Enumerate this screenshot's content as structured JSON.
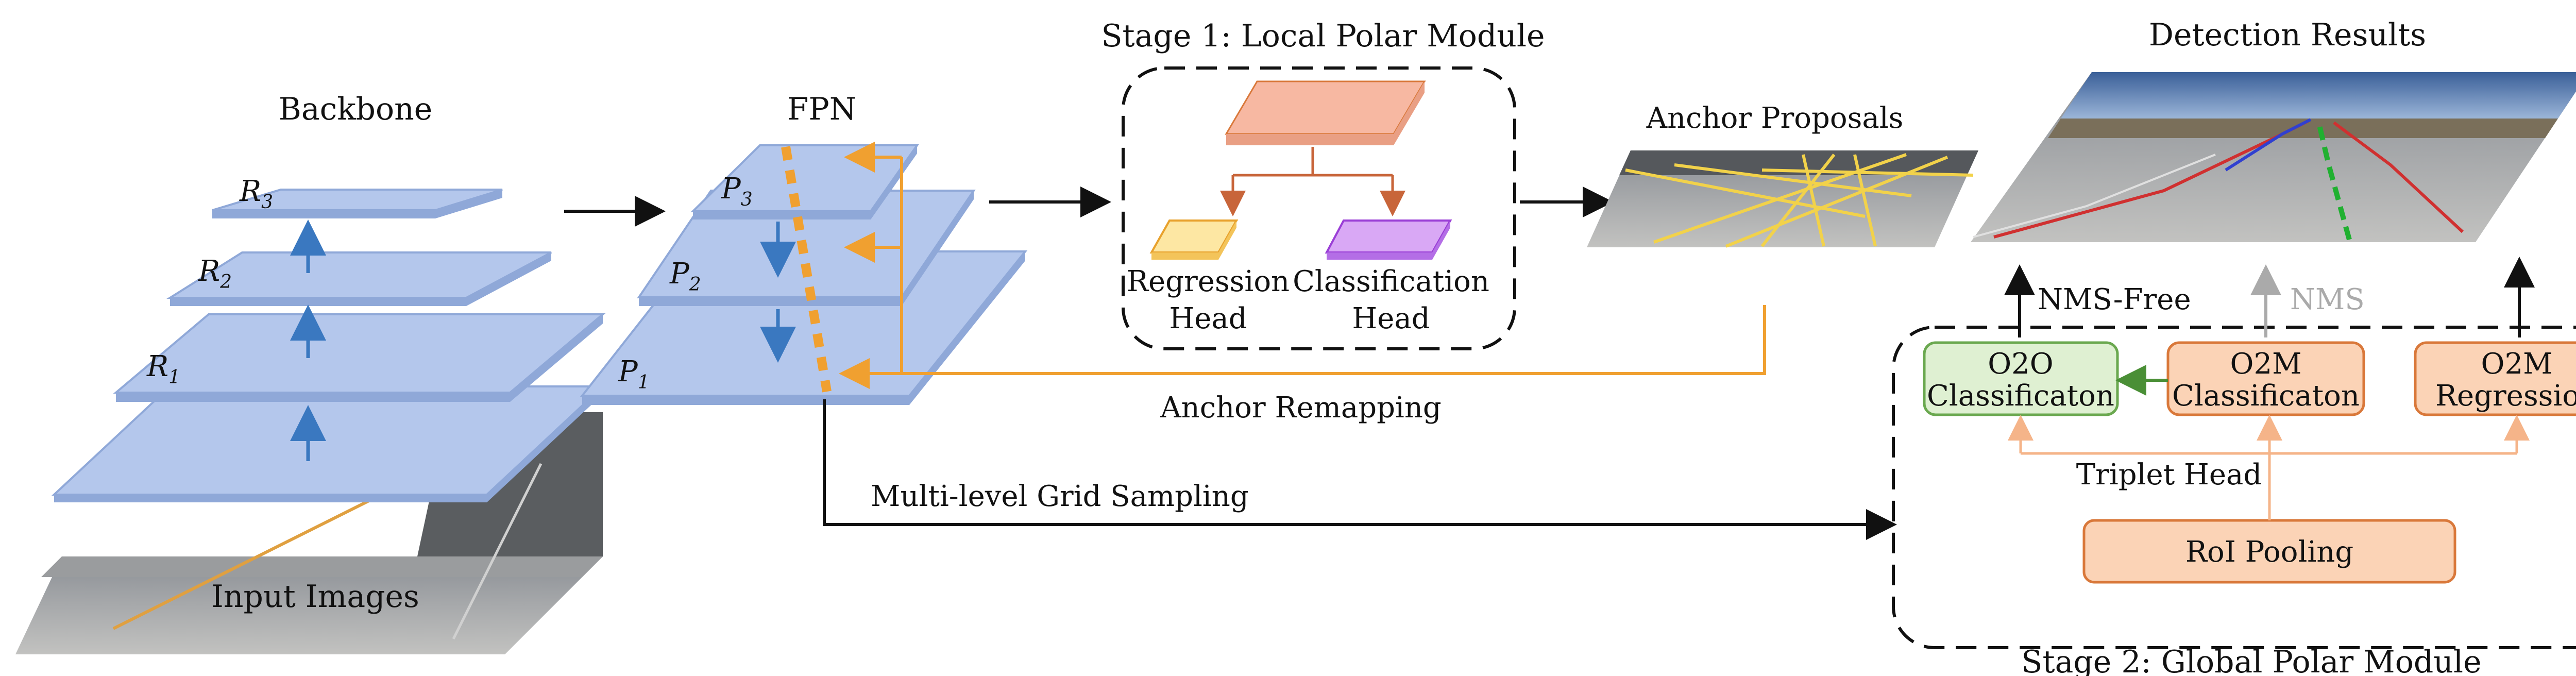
{
  "titles": {
    "backbone": "Backbone",
    "fpn": "FPN",
    "stage1": "Stage 1: Local Polar Module",
    "anchor_proposals": "Anchor Proposals",
    "detection_results": "Detection Results",
    "input_images": "Input Images",
    "stage2": "Stage 2: Global Polar Module"
  },
  "labels": {
    "r3": "R",
    "r3_sub": "3",
    "r2": "R",
    "r2_sub": "2",
    "r1": "R",
    "r1_sub": "1",
    "p3": "P",
    "p3_sub": "3",
    "p2": "P",
    "p2_sub": "2",
    "p1": "P",
    "p1_sub": "1",
    "regression_head_1": "Regression",
    "regression_head_2": "Head",
    "classification_head_1": "Classification",
    "classification_head_2": "Head",
    "anchor_remapping": "Anchor Remapping",
    "multi_level_grid_sampling": "Multi-level Grid Sampling",
    "nms_free": "NMS-Free",
    "nms": "NMS",
    "o2o_1": "O2O",
    "o2o_2": "Classificaton",
    "o2m_cls_1": "O2M",
    "o2m_cls_2": "Classificaton",
    "o2m_reg_1": "O2M",
    "o2m_reg_2": "Regression",
    "triplet_head": "Triplet Head",
    "roi_pooling": "RoI Pooling"
  },
  "colors": {
    "plate_fill": "#b4c7ec",
    "plate_edge": "#8fa8d8",
    "blue_arrow": "#3a78c0",
    "orange": "#f0a030",
    "orange_box_fill": "#fbd3b6",
    "orange_box_edge": "#d9783a",
    "green_box_fill": "#dff0d2",
    "green_box_edge": "#6aa84f",
    "salmon": "#f7b8a2",
    "yellow_head": "#fde7a3",
    "purple_head": "#d9a8f5",
    "nms_gray": "#aaaaaa"
  }
}
